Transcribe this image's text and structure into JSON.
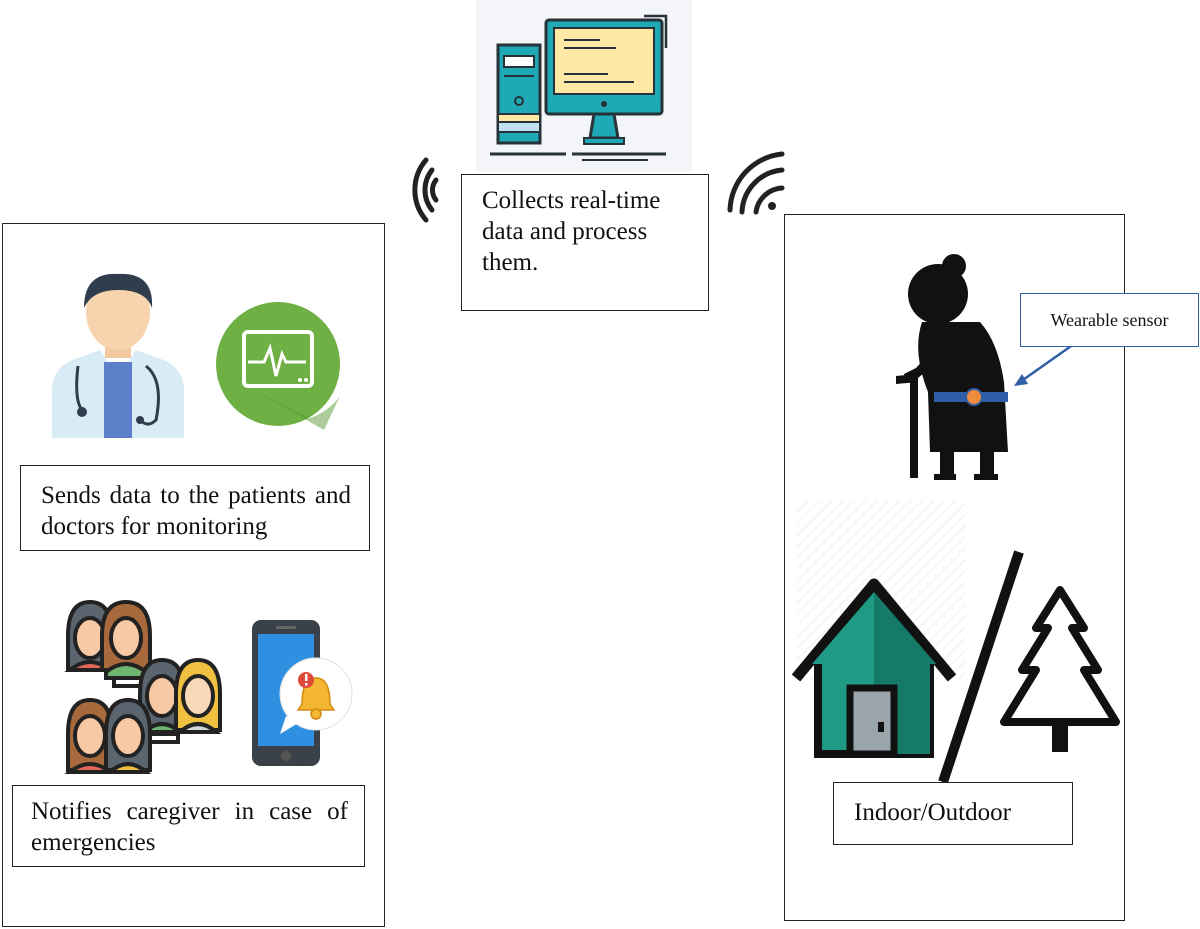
{
  "server": {
    "caption": "Collects real-time data and process them."
  },
  "left_panel": {
    "monitoring_caption": "Sends data to the patients and doctors for monitoring",
    "notify_caption": "Notifies caregiver in case of emergencies"
  },
  "right_panel": {
    "sensor_callout": "Wearable sensor",
    "location_caption": "Indoor/Outdoor"
  },
  "icons": {
    "computer": "desktop-computer-icon",
    "doctor": "doctor-icon",
    "monitor": "heart-monitor-icon",
    "caregivers": "caregivers-group-icon",
    "phone": "phone-alert-icon",
    "elder": "elderly-person-icon",
    "house": "house-icon",
    "tree": "tree-icon",
    "wifi": "wireless-signal-icon"
  },
  "colors": {
    "teal": "#1fa8b5",
    "screen_yellow": "#ffe8a3",
    "monitor_green": "#6fb044",
    "house_green": "#1f9a84",
    "callout_blue": "#2f5fa7",
    "sensor_orange": "#f08a3c"
  }
}
